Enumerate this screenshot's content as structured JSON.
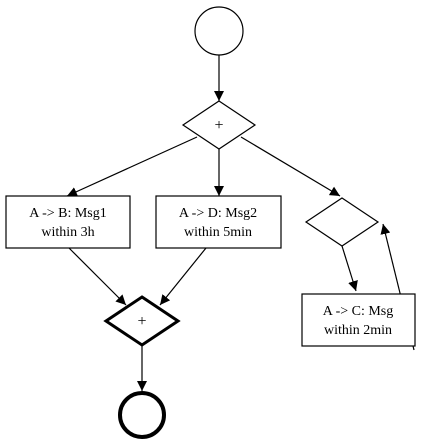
{
  "diagram": {
    "colors": {
      "stroke": "#000000",
      "fill": "#ffffff"
    },
    "nodes": {
      "start": {
        "type": "start-event"
      },
      "split_gateway": {
        "type": "parallel-gateway",
        "label": "+"
      },
      "task_ab": {
        "type": "task",
        "lines": [
          "A -> B: Msg1",
          "within 3h"
        ]
      },
      "task_ad": {
        "type": "task",
        "lines": [
          "A -> D: Msg2",
          "within 5min"
        ]
      },
      "loop_gateway": {
        "type": "exclusive-gateway",
        "label": ""
      },
      "task_ac": {
        "type": "task",
        "lines": [
          "A -> C: Msg",
          "within 2min"
        ]
      },
      "join_gateway": {
        "type": "parallel-gateway",
        "label": "+"
      },
      "end": {
        "type": "end-event"
      }
    },
    "edges": [
      {
        "from": "start",
        "to": "split_gateway"
      },
      {
        "from": "split_gateway",
        "to": "task_ab"
      },
      {
        "from": "split_gateway",
        "to": "task_ad"
      },
      {
        "from": "split_gateway",
        "to": "loop_gateway"
      },
      {
        "from": "task_ab",
        "to": "join_gateway"
      },
      {
        "from": "task_ad",
        "to": "join_gateway"
      },
      {
        "from": "loop_gateway",
        "to": "task_ac"
      },
      {
        "from": "task_ac",
        "to": "loop_gateway"
      },
      {
        "from": "join_gateway",
        "to": "end"
      }
    ]
  }
}
